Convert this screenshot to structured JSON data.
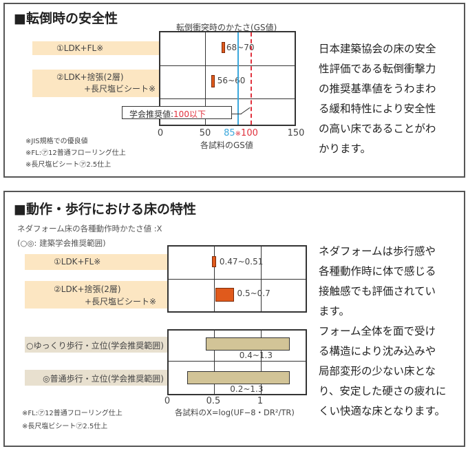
{
  "section1": {
    "title": "■転倒時の安全性",
    "chart_title": "転倒衝突時のかたさ(GS値)",
    "xlabel": "各試料のGS値",
    "xlim": [
      0,
      150
    ],
    "ticks": [
      "0",
      "50",
      "150"
    ],
    "rows": [
      {
        "label_line1": "①LDK+FL※",
        "label_line2": "",
        "range": [
          68,
          70
        ],
        "value_label": "68~70"
      },
      {
        "label_line1": "②LDK+捨張(2層)",
        "label_line2": "+長尺塩ビシート※",
        "range": [
          56,
          60
        ],
        "value_label": "56~60"
      }
    ],
    "jis_line": {
      "value": 85,
      "label": "85",
      "mark": "※",
      "color": "#3aa7dc"
    },
    "recommended_line": {
      "value": 100,
      "label": "100",
      "color": "#e0303c"
    },
    "callout_prefix": "学会推奨値:",
    "callout_value": "100以下",
    "notes": [
      "※JIS規格での優良値",
      "※FL:㋐12普通フローリング仕上",
      "※長尺塩ビシート㋐2.5仕上"
    ],
    "paragraph": [
      "日本建築協会の床の安全",
      "性評価である転倒衝撃力",
      "の推奨基準値をうわまわ",
      "る緩和特性により安全性",
      "の高い床であることがわ",
      "かります。"
    ]
  },
  "section2": {
    "title": "■動作・歩行における床の特性",
    "subtitle": "ネダフォーム床の各種動作時かたさ値 :X",
    "legend": "(○◎: 建築学会推奨範囲)",
    "xlabel": "各試料のX=log(UF−8・DR²/TR)",
    "ticks": [
      "0",
      "0.5",
      "1"
    ],
    "rows": [
      {
        "label_line1": "①LDK+FL※",
        "label_line2": "",
        "range": [
          0.47,
          0.51
        ],
        "value_label": "0.47~0.51"
      },
      {
        "label_line1": "②LDK+捨張(2層)",
        "label_line2": "+長尺塩ビシート※",
        "range": [
          0.5,
          0.7
        ],
        "value_label": "0.5~0.7"
      }
    ],
    "ranges": [
      {
        "label": "○ゆっくり歩行・立位(学会推奨範囲)",
        "range": [
          0.4,
          1.3
        ],
        "value_label": "0.4~1.3"
      },
      {
        "label": "◎普通歩行・立位(学会推奨範囲)",
        "range": [
          0.2,
          1.3
        ],
        "value_label": "0.2~1.3"
      }
    ],
    "notes": [
      "※FL:㋐12普通フローリング仕上",
      "※長尺塩ビシート㋐2.5仕上"
    ],
    "paragraph": [
      "ネダフォームは歩行感や",
      "各種動作時に体で感じる",
      "接触感でも評価されてい",
      "ます。",
      "フォーム全体を面で受け",
      "る構造により沈み込みや",
      "局部変形の少ない床とな",
      "り、安定した硬さの疲れに",
      "くい快適な床となります。"
    ]
  }
}
